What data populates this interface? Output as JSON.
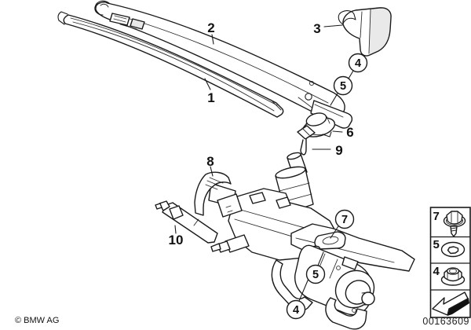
{
  "diagram_title": "rear-wiper-parts-exploded-diagram",
  "colors": {
    "line": "#1a1a1a",
    "background": "#ffffff",
    "shade": "#e9e9e9"
  },
  "callouts": {
    "blade": "1",
    "arm": "2",
    "cap": "3",
    "nut_top": "4",
    "washer_top": "5",
    "spacer": "6",
    "bolt": "7",
    "bracket": "8",
    "pin": "9",
    "rod": "10",
    "washer_bottom": "5",
    "nut_bottom": "4"
  },
  "legend": {
    "rows": [
      {
        "label": "7",
        "icon": "bolt-icon"
      },
      {
        "label": "5",
        "icon": "washer-icon"
      },
      {
        "label": "4",
        "icon": "flange-nut-icon"
      },
      {
        "icon": "direction-arrow-icon"
      }
    ],
    "drawing_number": "00163609"
  },
  "footer": {
    "copyright": "© BMW AG"
  }
}
